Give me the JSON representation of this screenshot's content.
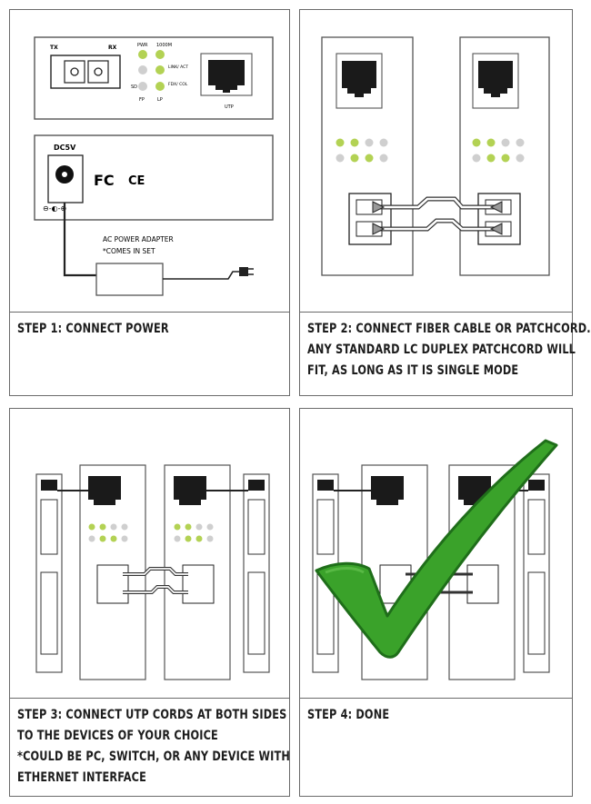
{
  "steps": [
    {
      "caption_lines": [
        "STEP 1: CONNECT POWER"
      ]
    },
    {
      "caption_lines": [
        "STEP 2: CONNECT FIBER CABLE OR PATCHCORD.",
        "ANY STANDARD LC DUPLEX PATCHCORD WILL",
        "FIT, AS LONG AS IT IS SINGLE MODE"
      ]
    },
    {
      "caption_lines": [
        "STEP 3: CONNECT UTP CORDS AT BOTH SIDES",
        "TO THE DEVICES OF YOUR CHOICE",
        "*COULD BE PC, SWITCH, OR ANY DEVICE WITH",
        "ETHERNET INTERFACE"
      ]
    },
    {
      "caption_lines": [
        "STEP 4: DONE"
      ]
    }
  ],
  "device": {
    "tx": "TX",
    "rx": "RX",
    "pwr": "PWR",
    "speed": "1000M",
    "link_act": "LINK/ ACT",
    "fdx_col": "FDX/ COL",
    "sd": "SD",
    "fp": "FP",
    "lp": "LP",
    "utp": "UTP"
  },
  "power": {
    "dc": "DC5V",
    "fc": "FC",
    "ce": "CE",
    "adapter_line1": "AC POWER ADAPTER",
    "adapter_line2": "*COMES IN SET"
  },
  "colors": {
    "led_green": "#b3d254",
    "led_grey": "#cfcfcf",
    "check": "#3aa22a",
    "check_dark": "#1f6e1a"
  }
}
